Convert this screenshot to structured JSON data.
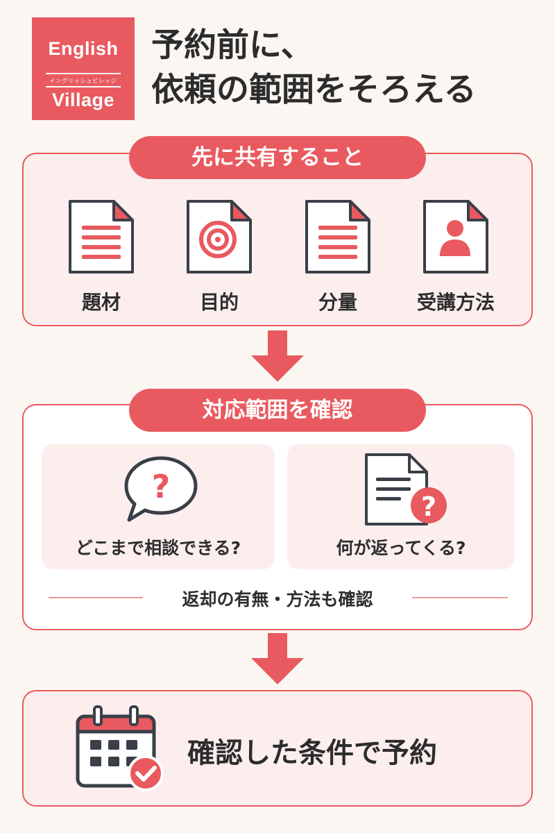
{
  "logo": {
    "line1": "English",
    "katakana": "イングリッシュビレッジ",
    "line2": "Village"
  },
  "title": {
    "line1": "予約前に、",
    "line2": "依頼の範囲をそろえる"
  },
  "section1": {
    "heading": "先に共有すること",
    "items": [
      {
        "label": "題材",
        "icon": "document-lines-icon"
      },
      {
        "label": "目的",
        "icon": "target-icon"
      },
      {
        "label": "分量",
        "icon": "document-lines-icon"
      },
      {
        "label": "受講方法",
        "icon": "person-document-icon"
      }
    ]
  },
  "section2": {
    "heading": "対応範囲を確認",
    "cards": [
      {
        "label": "どこまで相談できる?",
        "icon": "question-bubble-icon"
      },
      {
        "label": "何が返ってくる?",
        "icon": "document-question-icon"
      }
    ],
    "note": "返却の有無・方法も確認"
  },
  "section3": {
    "text": "確認した条件で予約",
    "icon": "calendar-check-icon"
  },
  "colors": {
    "accent": "#e85a5f",
    "panel_bg": "#fdeeee",
    "page_bg": "#fbf6f2",
    "dark": "#3a3f48"
  }
}
